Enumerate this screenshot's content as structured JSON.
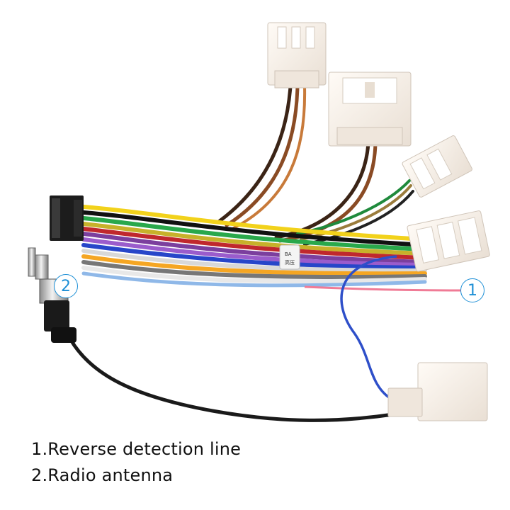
{
  "markers": {
    "one": "1",
    "two": "2"
  },
  "captions": {
    "line1": "1.Reverse detection line",
    "line2": "2.Radio antenna"
  },
  "tag_text": {
    "line1": "BA",
    "line2": "高压"
  },
  "colors": {
    "marker": "#1d8fd6",
    "connector_body": "#f7f0ea",
    "reverse_wire": "#f07b96",
    "antenna_wire": "#1a1a1a",
    "blue_loop": "#2e4fc9"
  }
}
